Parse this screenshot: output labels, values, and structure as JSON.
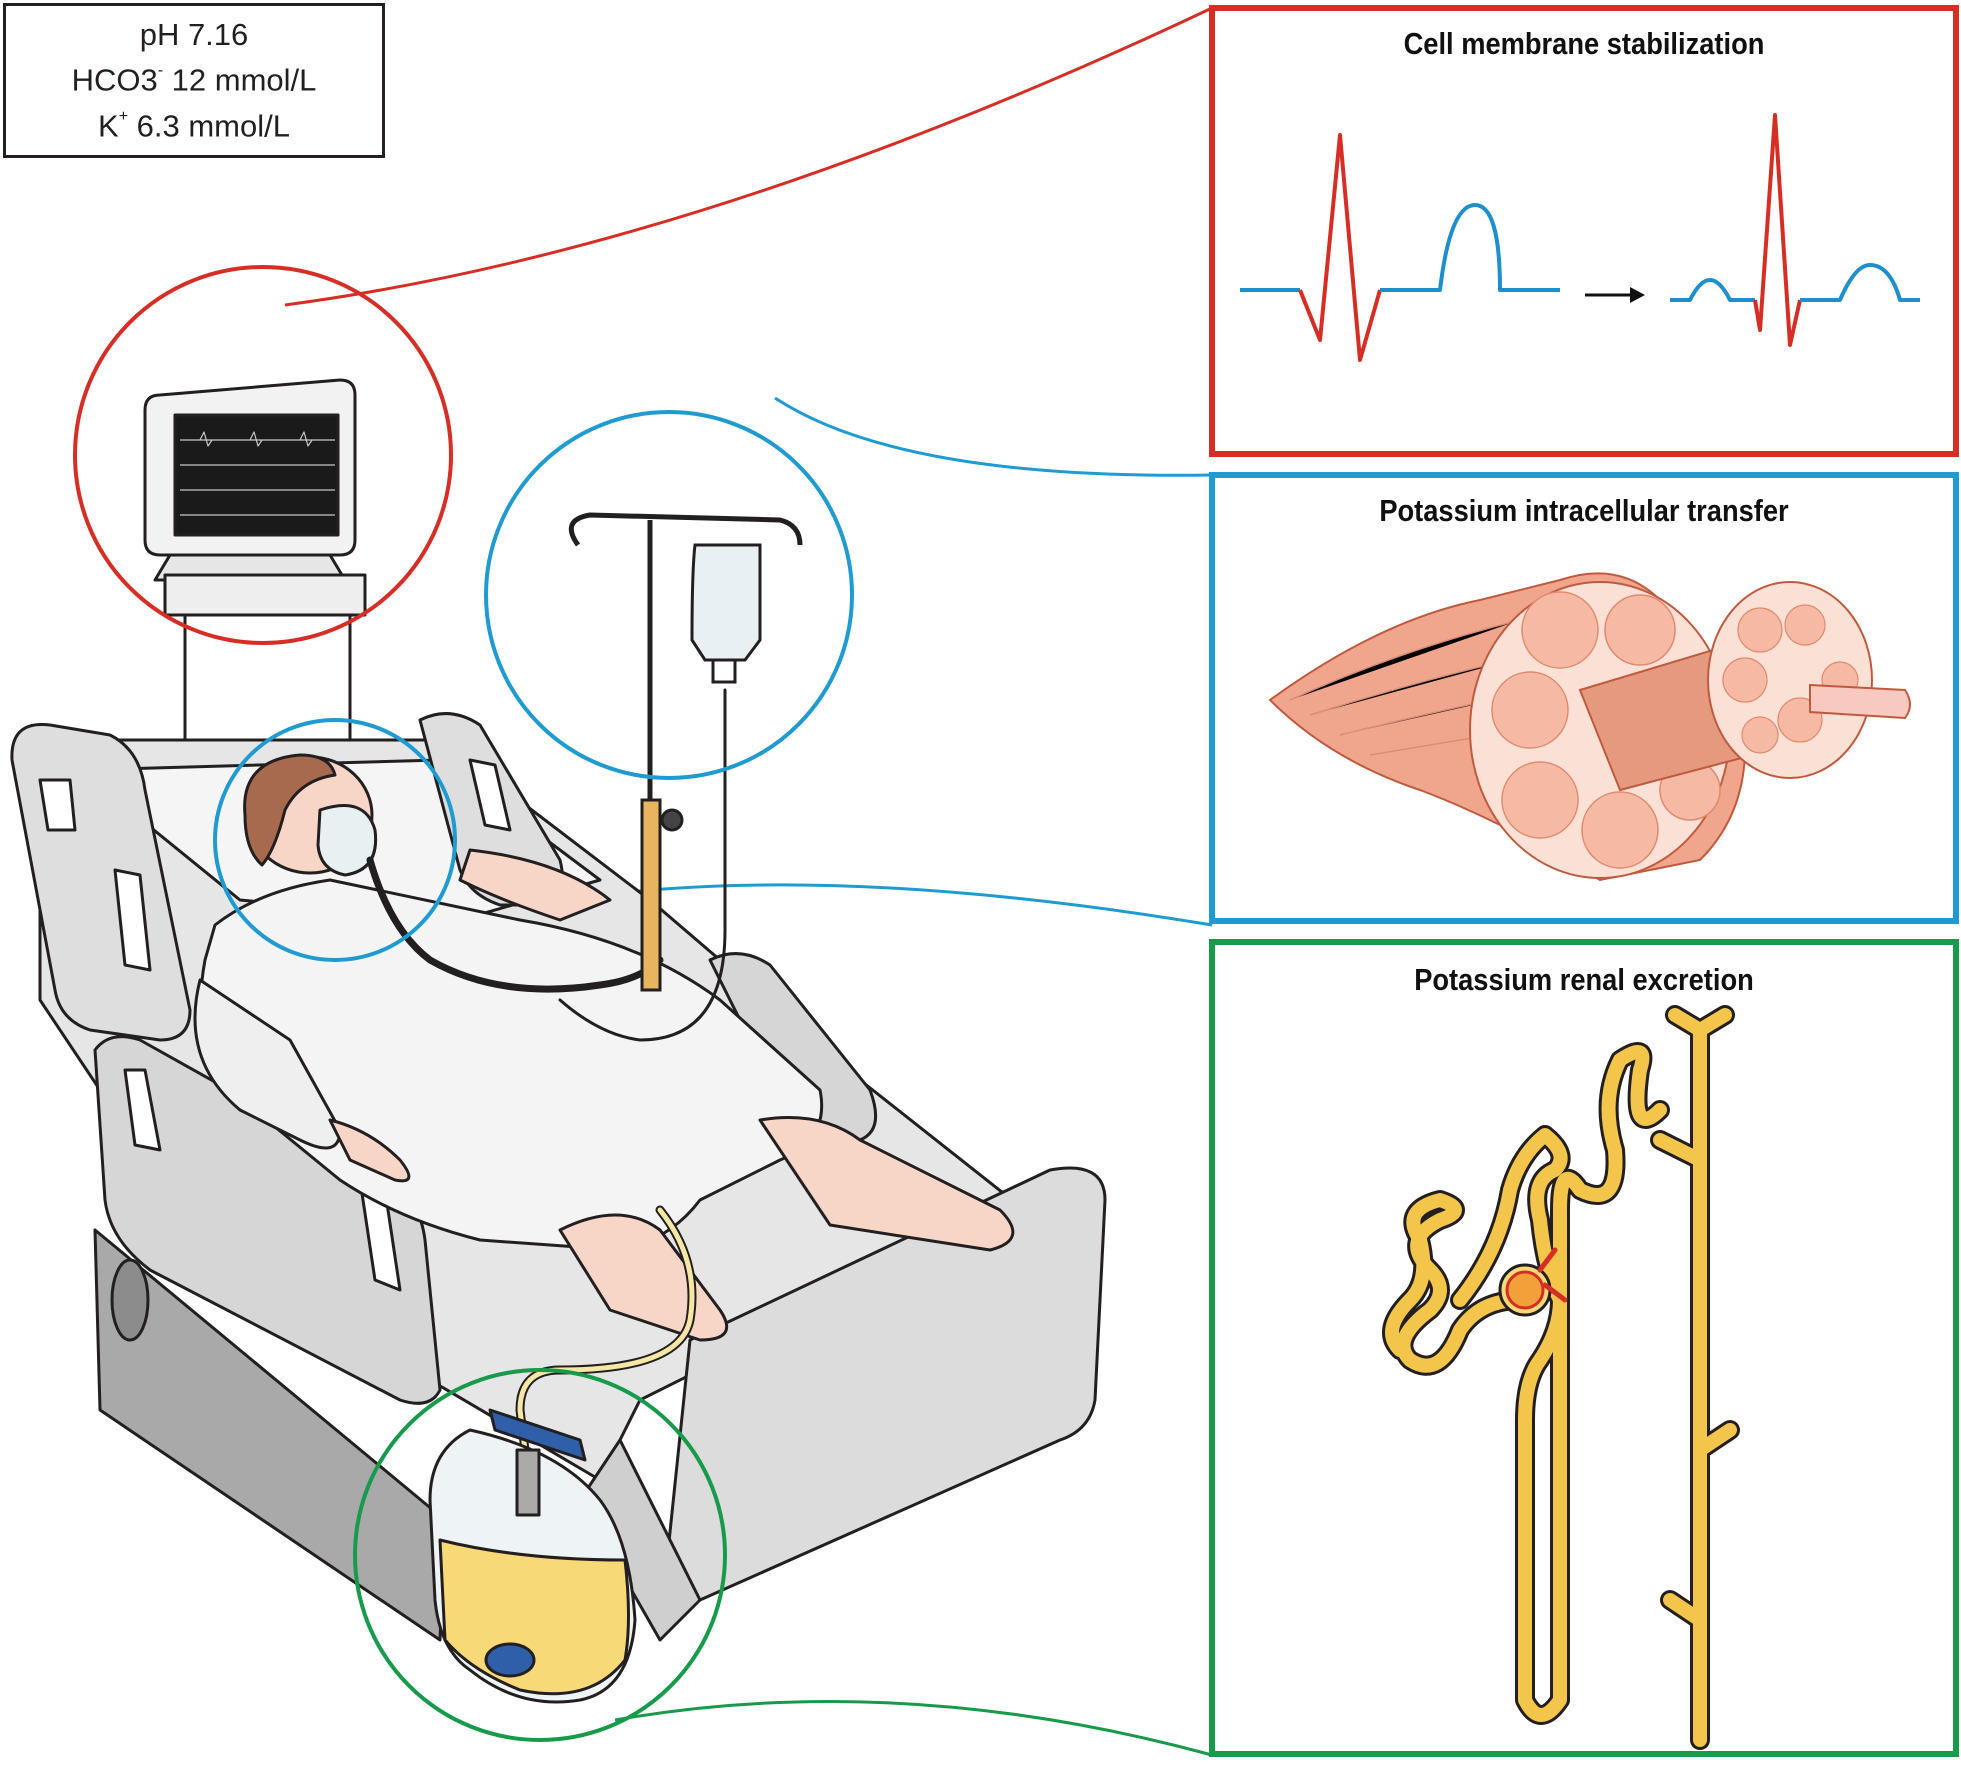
{
  "labs": {
    "ph": "pH 7.16",
    "hco3_name": "HCO3",
    "hco3_sup": "-",
    "hco3_value": " 12 mmol/L",
    "k_name": "K",
    "k_sup": "+",
    "k_value": " 6.3 mmol/L"
  },
  "panels": [
    {
      "id": "membrane",
      "title": "Cell membrane stabilization",
      "color": "#d62e25"
    },
    {
      "id": "intracellular",
      "title": "Potassium intracellular transfer",
      "color": "#1f9bd1"
    },
    {
      "id": "renal",
      "title": "Potassium renal excretion",
      "color": "#189a4b"
    }
  ],
  "colors": {
    "ecg_red": "#d62e25",
    "ecg_blue": "#1f8ecd",
    "muscle": "#f0a58d",
    "nephron": "#f3c54a",
    "urine": "#f7d978",
    "bed": "#dcdcdc",
    "outline": "#231f20"
  }
}
